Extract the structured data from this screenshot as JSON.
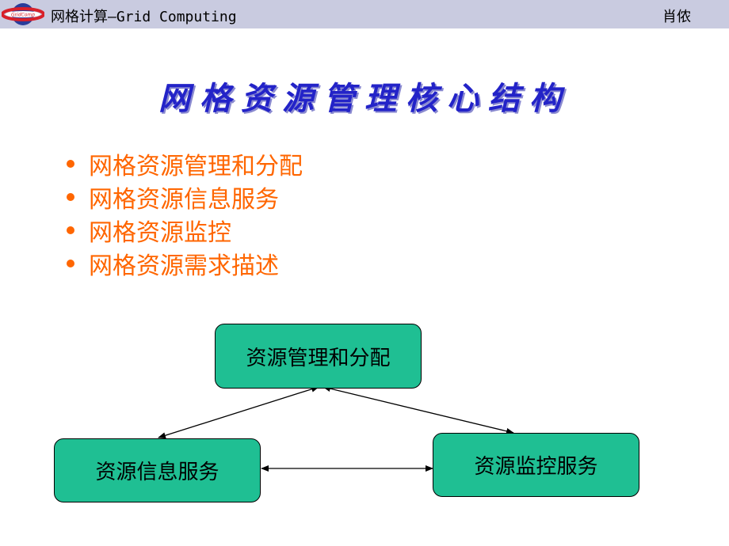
{
  "header": {
    "title": "网格计算—Grid Computing",
    "author": "肖侬",
    "logo_icon": "grid-globe-logo-icon"
  },
  "page": {
    "title": "网格资源管理核心结构"
  },
  "bullets": [
    "网格资源管理和分配",
    "网格资源信息服务",
    "网格资源监控",
    "网格资源需求描述"
  ],
  "diagram": {
    "nodes": {
      "management": "资源管理和分配",
      "information": "资源信息服务",
      "monitoring": "资源监控服务"
    },
    "edges": [
      {
        "from": "management",
        "to": "information",
        "arrows": "both"
      },
      {
        "from": "management",
        "to": "monitoring",
        "arrows": "both"
      },
      {
        "from": "information",
        "to": "monitoring",
        "arrows": "both"
      }
    ]
  },
  "colors": {
    "header_bg": "#c9cbe0",
    "title": "#2323c8",
    "bullet": "#ff6600",
    "node_fill": "#1fbf93"
  }
}
